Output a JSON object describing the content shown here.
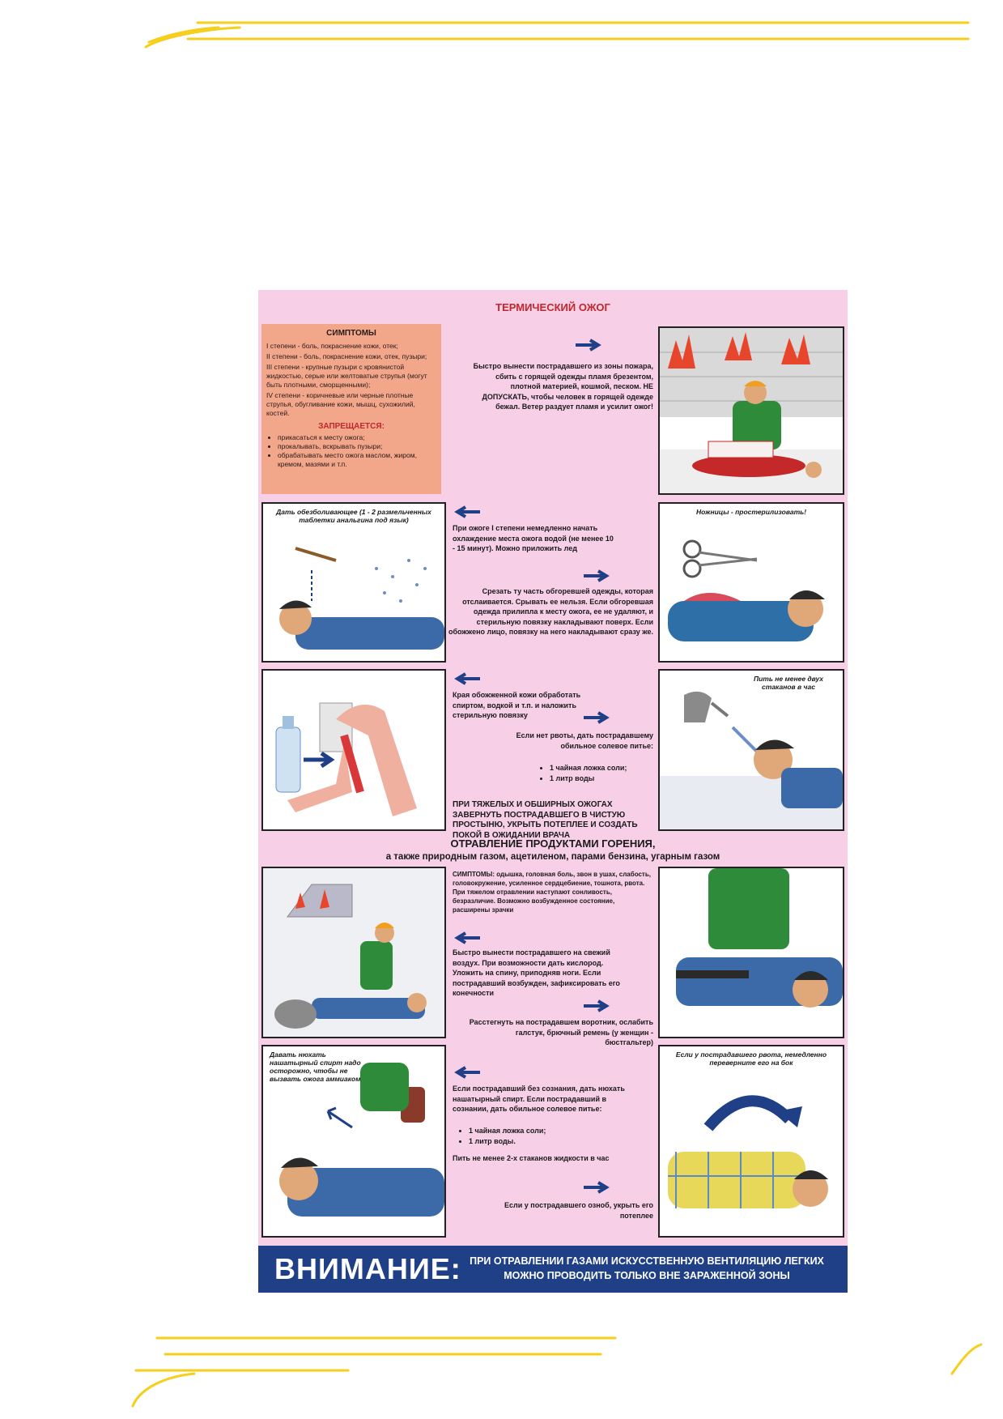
{
  "colors": {
    "page": "#ffffff",
    "accent_lines": "#f5cf1b",
    "poster_bg": "#f7cfe6",
    "symptoms_bg": "#f2a68a",
    "banner": "#1f3f86",
    "title_red": "#c0282d"
  },
  "poster": {
    "title": "ТЕРМИЧЕСКИЙ ОЖОГ",
    "symptoms": {
      "heading": "СИМПТОМЫ",
      "lines": [
        "I степени - боль, покраснение кожи, отек;",
        "II степени - боль, покраснение кожи, отек, пузыри;",
        "III степени - крупные пузыри с кровянистой жидкостью, серые или желтоватые струпья (могут быть плотными, сморщенными);",
        "IV степени - коричневые или черные плотные струпья, обугливание кожи, мышц, сухожилий, костей."
      ],
      "forbidden_heading": "ЗАПРЕЩАЕТСЯ:",
      "forbidden": [
        "прикасаться к месту ожога;",
        "прокалывать, вскрывать пузыри;",
        "обрабатывать место ожога маслом, жиром, кремом, мазями и т.п."
      ]
    },
    "text_fire": "Быстро вынести пострадавшего из зоны пожара, сбить с горящей одежды пламя брезентом, плотной материей, кошмой, песком. НЕ ДОПУСКАТЬ, чтобы человек в горящей одежде бежал. Ветер раздует пламя и усилит ожог!",
    "cap_painkiller": "Дать обезболивающее (1 - 2 размельченных таблетки анальгина под язык)",
    "text_cool": "При ожоге I степени немедленно начать охлаждение места ожога водой (не менее 10 - 15 минут). Можно приложить лед",
    "cap_scissors": "Ножницы - простерилизовать!",
    "text_cut": "Срезать ту часть обгоревшей одежды, которая отслаивается. Срывать ее нельзя. Если обгоревшая одежда прилипла к месту ожога, ее не удаляют, и стерильную повязку накладывают поверх. Если обожжено лицо, повязку на него накладывают сразу же.",
    "text_edges": "Края обожженной кожи обработать спиртом, водкой и т.п. и наложить стерильную повязку",
    "cap_drink": "Пить не менее двух стаканов в час",
    "text_salt_intro": "Если нет рвоты, дать пострадавшему обильное солевое питье:",
    "salt_items": [
      "1 чайная ложка соли;",
      "1 литр воды"
    ],
    "text_severe": "ПРИ ТЯЖЕЛЫХ И ОБШИРНЫХ ОЖОГАХ ЗАВЕРНУТЬ ПОСТРАДАВШЕГО В ЧИСТУЮ ПРОСТЫНЮ, УКРЫТЬ ПОТЕПЛЕЕ И СОЗДАТЬ ПОКОЙ В ОЖИДАНИИ ВРАЧА",
    "section2_title": "ОТРАВЛЕНИЕ ПРОДУКТАМИ ГОРЕНИЯ,",
    "section2_subtitle": "а также природным газом, ацетиленом, парами бензина, угарным газом",
    "text_poison_symptoms": "СИМПТОМЫ: одышка, головная боль, звон в ушах, слабость, головокружение, усиленное сердцебиение, тошнота, рвота. При тяжелом отравлении наступают сонливость, безразличие. Возможно возбужденное состояние, расширены зрачки",
    "text_air": "Быстро вынести пострадавшего на свежий воздух. При возможности дать кислород. Уложить на спину, приподняв ноги. Если пострадавший возбужден, зафиксировать его конечности",
    "text_collar": "Расстегнуть на пострадавшем воротник, ослабить галстук, брючный ремень (у женщин - бюстгальтер)",
    "cap_ammonia": "Давать нюхать нашатырный спирт надо осторожно, чтобы не вызвать ожога аммиаком",
    "cap_vomit": "Если у пострадавшего рвота, немедленно переверните его на бок",
    "text_unconscious_intro": "Если пострадавший без сознания, дать нюхать нашатырный спирт. Если пострадавший в сознании, дать обильное солевое питье:",
    "salt_items2": [
      "1 чайная ложка соли;",
      "1 литр воды."
    ],
    "text_drink2": "Пить не менее 2-х стаканов жидкости в час",
    "text_chills": "Если у пострадавшего озноб, укрыть его потеплее",
    "banner_big": "ВНИМАНИЕ:",
    "banner_small": "ПРИ ОТРАВЛЕНИИ ГАЗАМИ ИСКУССТВЕННУЮ ВЕНТИЛЯЦИЮ ЛЕГКИХ МОЖНО ПРОВОДИТЬ ТОЛЬКО ВНЕ ЗАРАЖЕННОЙ ЗОНЫ"
  }
}
